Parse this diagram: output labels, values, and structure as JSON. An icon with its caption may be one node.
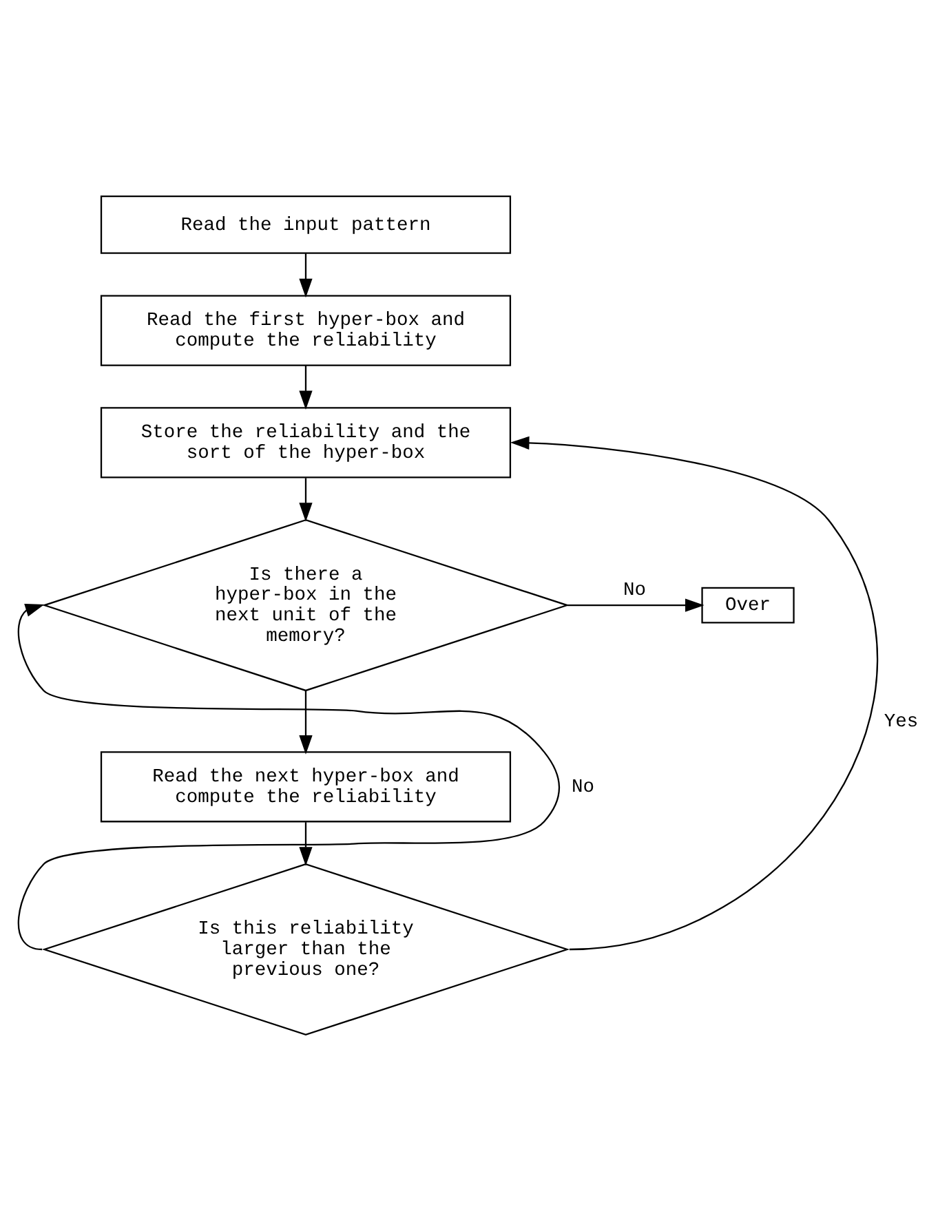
{
  "diagram": {
    "nodes": [
      {
        "text": [
          "Read the input pattern"
        ]
      },
      {
        "text": [
          "Read the first hyper-box and compute the reliability"
        ]
      },
      {
        "text": [
          "Store the reliability and the sort of the hyper-box"
        ]
      },
      {
        "text": [
          "Is there a hyper-box in the next unit of the memory?"
        ]
      },
      {
        "text": [
          "Over"
        ]
      },
      {
        "text": [
          "Read the next hyper-box and compute the reliability"
        ]
      },
      {
        "text": [
          "Is this reliability larger than the previous one?"
        ]
      }
    ],
    "edges": [
      {
        "from": 0,
        "to": 1,
        "arrow": "to"
      },
      {
        "from": 1,
        "to": 2,
        "arrow": "to"
      },
      {
        "from": 2,
        "to": 3,
        "arrow": "to"
      },
      {
        "from": 3,
        "to": 4,
        "label": "No",
        "arrow": "to"
      },
      {
        "from": 3,
        "to": 5,
        "arrow": "to"
      },
      {
        "from": 5,
        "to": 6,
        "arrow": "to"
      },
      {
        "from": 6,
        "to": 3,
        "label": "No",
        "arrow": "to"
      },
      {
        "from": 6,
        "to": 2,
        "label": "Yes",
        "arrow": "to"
      }
    ]
  }
}
